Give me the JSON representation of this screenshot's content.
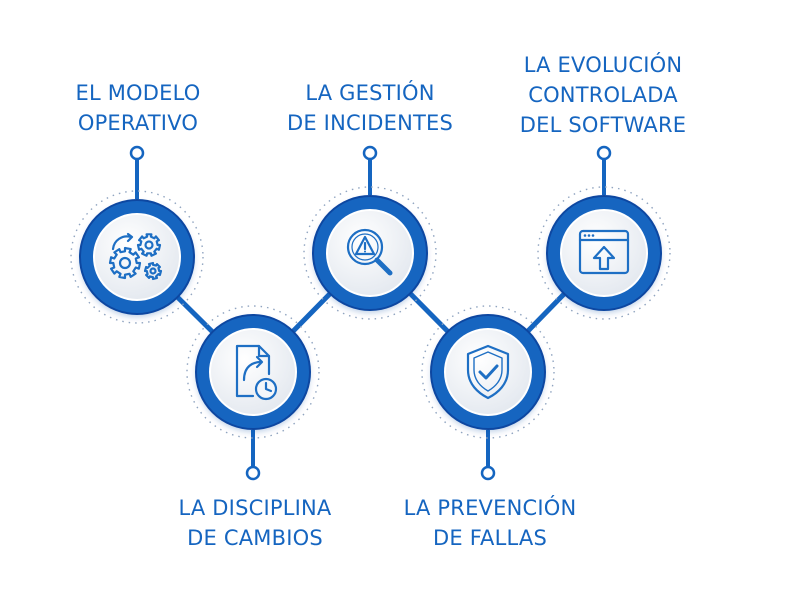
{
  "colors": {
    "primary": "#1565c0",
    "dark": "#0d47a1",
    "icon": "#1e6fc4",
    "disc": "#eef2f7",
    "background": "#ffffff"
  },
  "steps": [
    {
      "lines": [
        "EL MODELO",
        "OPERATIVO"
      ],
      "icon": "gears-icon"
    },
    {
      "lines": [
        "LA DISCIPLINA",
        "DE CAMBIOS"
      ],
      "icon": "document-change-clock-icon"
    },
    {
      "lines": [
        "LA GESTIÓN",
        "DE INCIDENTES"
      ],
      "icon": "magnifier-warning-icon"
    },
    {
      "lines": [
        "LA PREVENCIÓN",
        "DE FALLAS"
      ],
      "icon": "shield-check-icon"
    },
    {
      "lines": [
        "LA EVOLUCIÓN",
        "CONTROLADA",
        "DEL SOFTWARE"
      ],
      "icon": "browser-upload-icon"
    }
  ]
}
